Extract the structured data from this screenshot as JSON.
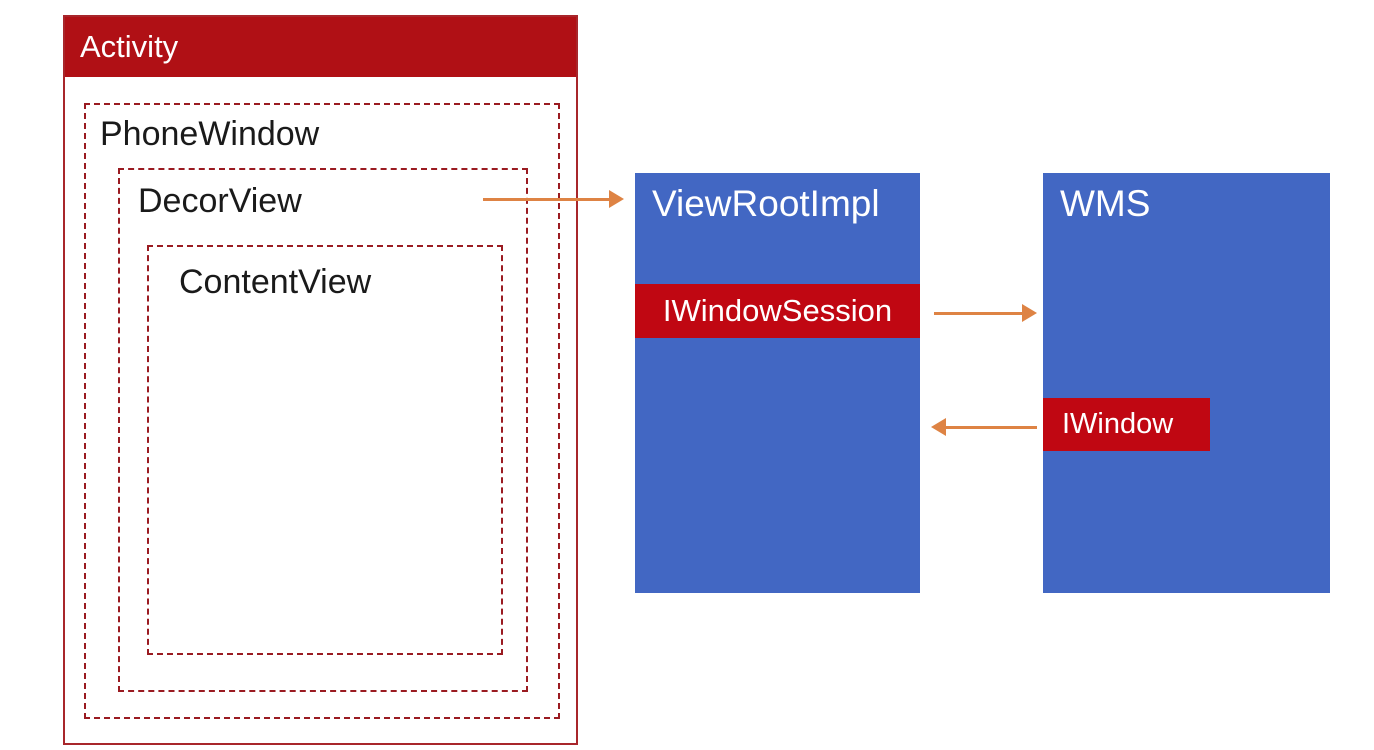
{
  "diagram": {
    "title": "Android window architecture diagram",
    "colors": {
      "header_red": "#b01015",
      "badge_red": "#c00712",
      "dashed_border_red": "#9a1b21",
      "solid_border_red": "#a8262b",
      "box_blue": "#4267c3",
      "arrow_orange": "#de8344",
      "text_dark": "#1a1a1a",
      "text_light": "#ffffff",
      "background": "#ffffff"
    },
    "activity": {
      "label": "Activity"
    },
    "phone_window": {
      "label": "PhoneWindow"
    },
    "decor_view": {
      "label": "DecorView"
    },
    "content_view": {
      "label": "ContentView"
    },
    "view_root_impl": {
      "label": "ViewRootImpl"
    },
    "iwindow_session": {
      "label": "IWindowSession"
    },
    "wms": {
      "label": "WMS"
    },
    "iwindow": {
      "label": "IWindow"
    },
    "arrows": [
      {
        "name": "decorview-to-viewrootimpl",
        "from": "DecorView",
        "to": "ViewRootImpl",
        "direction": "right"
      },
      {
        "name": "iwindowsession-to-wms",
        "from": "IWindowSession",
        "to": "WMS",
        "direction": "right"
      },
      {
        "name": "iwindow-to-viewrootimpl",
        "from": "IWindow",
        "to": "ViewRootImpl",
        "direction": "left"
      }
    ]
  }
}
